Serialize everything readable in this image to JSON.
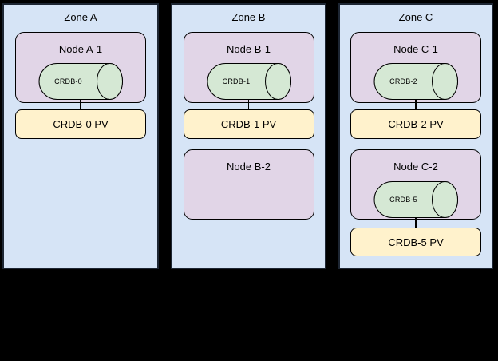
{
  "palette": {
    "page_background": "#000000",
    "zone_fill": "#d6e4f6",
    "zone_stroke": "#1d2633",
    "node_fill": "#e1d5e7",
    "cylinder_fill": "#d5e8d4",
    "pv_fill": "#fff2cc",
    "shape_stroke": "#000000",
    "text_color": "#000000"
  },
  "zones": [
    {
      "title": "Zone A",
      "nodes": [
        {
          "title": "Node A-1",
          "cylinder_label": "CRDB-0",
          "pv_label": "CRDB-0 PV"
        }
      ]
    },
    {
      "title": "Zone B",
      "nodes": [
        {
          "title": "Node B-1",
          "cylinder_label": "CRDB-1",
          "pv_label": "CRDB-1 PV"
        },
        {
          "title": "Node B-2"
        }
      ]
    },
    {
      "title": "Zone C",
      "nodes": [
        {
          "title": "Node C-1",
          "cylinder_label": "CRDB-2",
          "pv_label": "CRDB-2 PV"
        },
        {
          "title": "Node C-2",
          "cylinder_label": "CRDB-5",
          "pv_label": "CRDB-5 PV"
        }
      ]
    }
  ]
}
